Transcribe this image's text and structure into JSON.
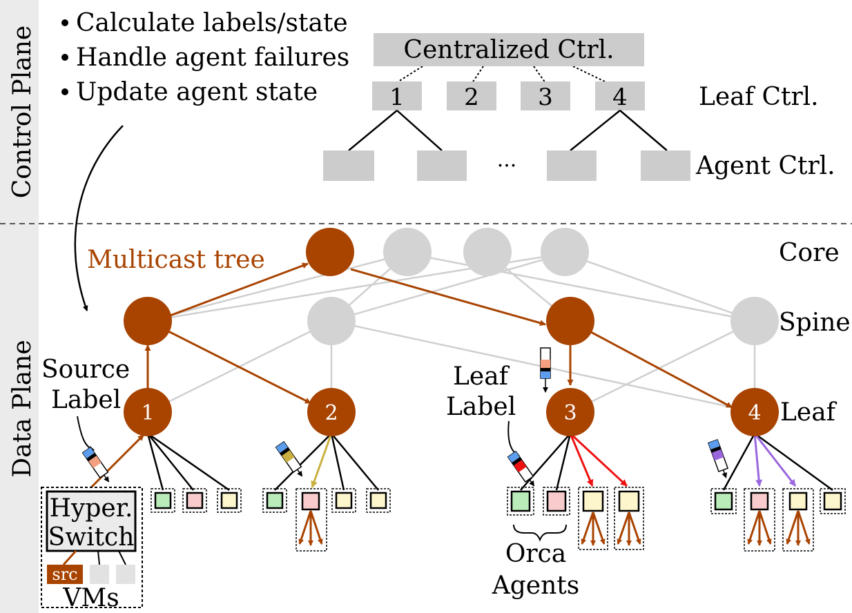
{
  "control_plane": {
    "side_label": "Control Plane",
    "bullets": [
      "Calculate labels/state",
      "Handle agent failures",
      "Update agent state"
    ],
    "centralized_ctrl": "Centralized Ctrl.",
    "leaf_ctrls": [
      "1",
      "2",
      "3",
      "4"
    ],
    "leaf_ctrl_label": "Leaf Ctrl.",
    "agent_ellipsis": "···",
    "agent_ctrl_label": "Agent Ctrl."
  },
  "data_plane": {
    "side_label": "Data Plane",
    "tree_label": "Multicast tree",
    "tiers": {
      "core": "Core",
      "spine": "Spine",
      "leaf": "Leaf"
    },
    "leaf_numbers": [
      "1",
      "2",
      "3",
      "4"
    ],
    "source_label": [
      "Source",
      "Label"
    ],
    "leaf_label": [
      "Leaf",
      "Label"
    ],
    "hyper_switch": [
      "Hyper.",
      "Switch"
    ],
    "src_vm": "src",
    "vms_label": "VMs",
    "agents_label": [
      "Orca",
      "Agents"
    ]
  },
  "colors": {
    "tree": "#a84300",
    "inactive_node": "#d3d3d3",
    "inactive_edge": "#cfcfcf",
    "ctrl_box": "#cccccc",
    "agent_green": "#b9ecb9",
    "agent_pink": "#f8cccc",
    "agent_yellow": "#fdf5cc",
    "red_arrow": "#ee1111",
    "purple_arrow": "#9966dd",
    "gold_arrow": "#c9b040",
    "label_blue": "#5c9ded"
  }
}
